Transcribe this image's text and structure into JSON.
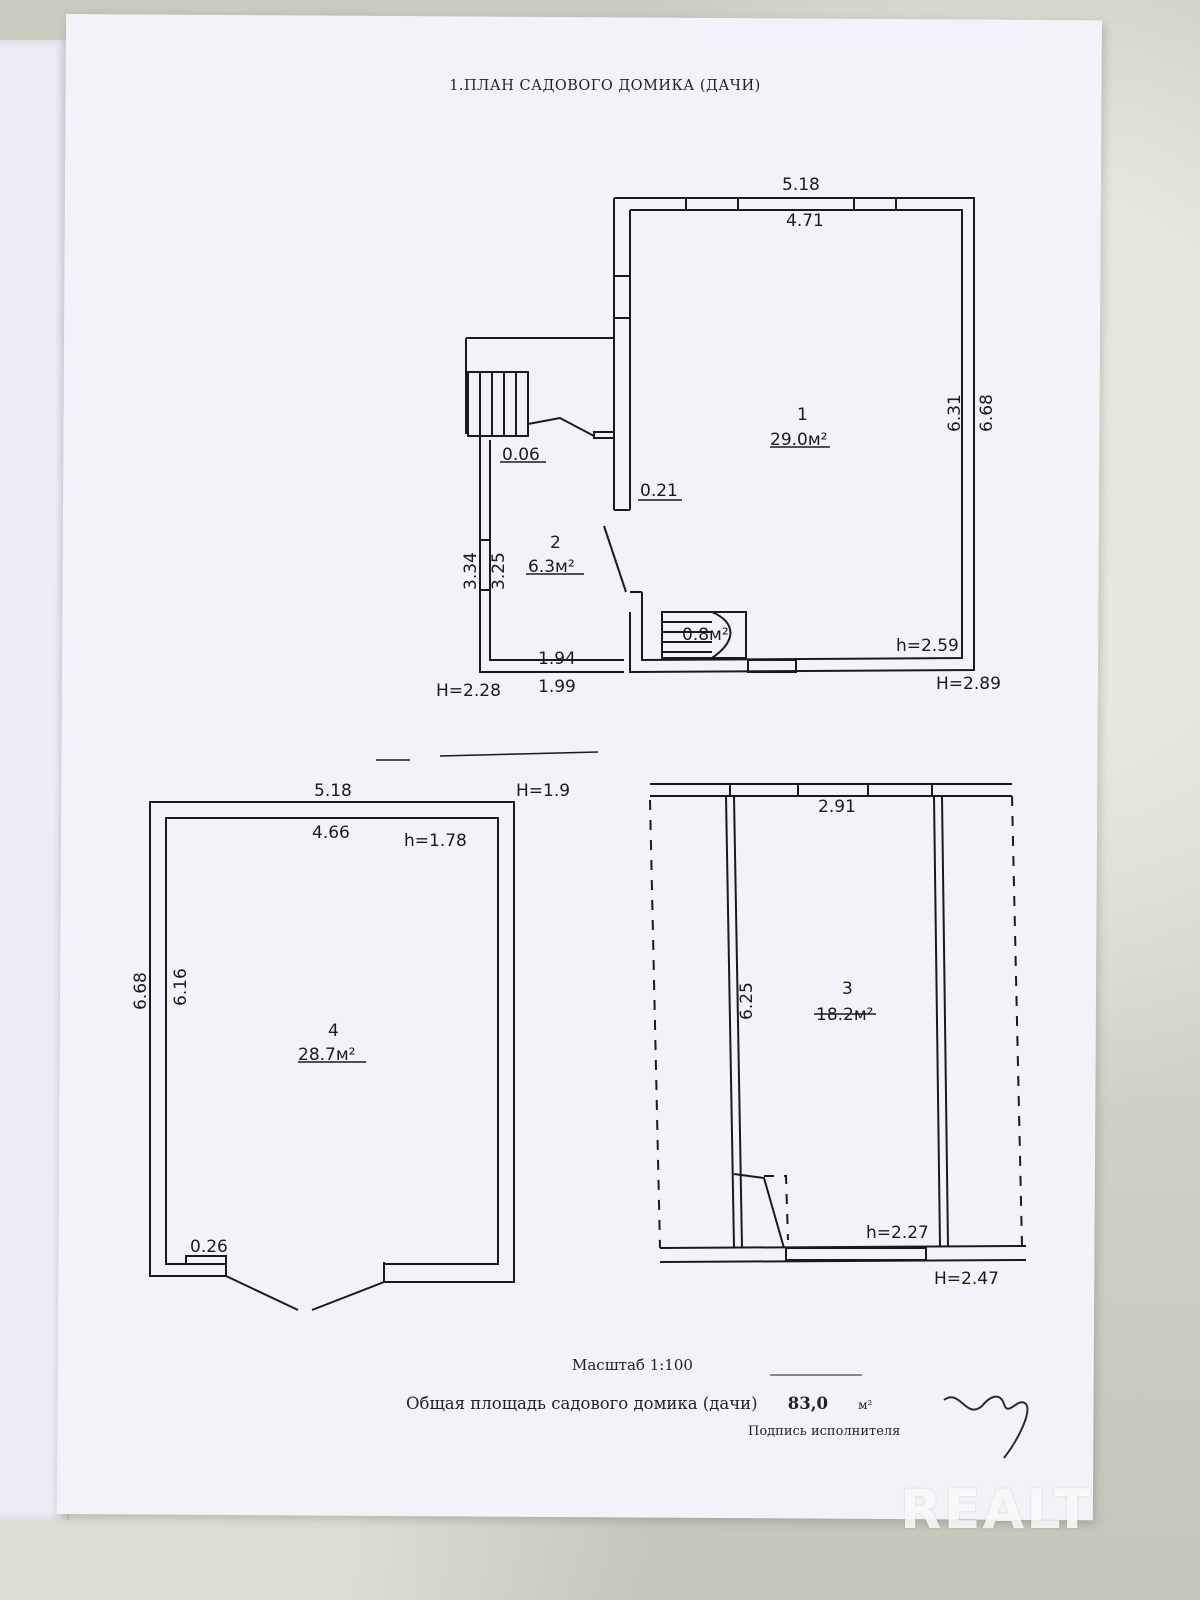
{
  "title": "1.ПЛАН САДОВОГО ДОМИКА (ДАЧИ)",
  "floor1": {
    "outer_width": "5.18",
    "inner_width": "4.71",
    "outer_height": "6.68",
    "inner_height": "6.31",
    "wall_left": "0.21",
    "room1_number": "1",
    "room1_area": "29.0м²",
    "room_stair_area": "0.8м²",
    "h_room1": "h=2.59",
    "H_main": "H=2.89"
  },
  "annex": {
    "porch": "0.06",
    "outer_side": "3.34",
    "inner_side": "3.25",
    "inner_bottom": "1.94",
    "outer_bottom": "1.99",
    "room2_number": "2",
    "room2_area": "6.3м²",
    "H_annex": "H=2.28"
  },
  "floor_b": {
    "outer_width": "5.18",
    "inner_width": "4.66",
    "outer_height": "6.68",
    "inner_height": "6.16",
    "wall": "0.26",
    "H": "H=1.9",
    "h": "h=1.78",
    "room4_number": "4",
    "room4_area": "28.7м²"
  },
  "floor_c": {
    "inner_width": "2.91",
    "inner_height": "6.25",
    "room3_number": "3",
    "room3_area": "18.2м²",
    "h": "h=2.27",
    "H": "H=2.47"
  },
  "footer": {
    "scale": "Масштаб 1:100",
    "total_area_label": "Общая площадь садового домика (дачи)",
    "total_area_value": "83,0",
    "total_area_unit": "м²",
    "signature_label": "Подпись исполнителя"
  },
  "watermark": "REALT"
}
